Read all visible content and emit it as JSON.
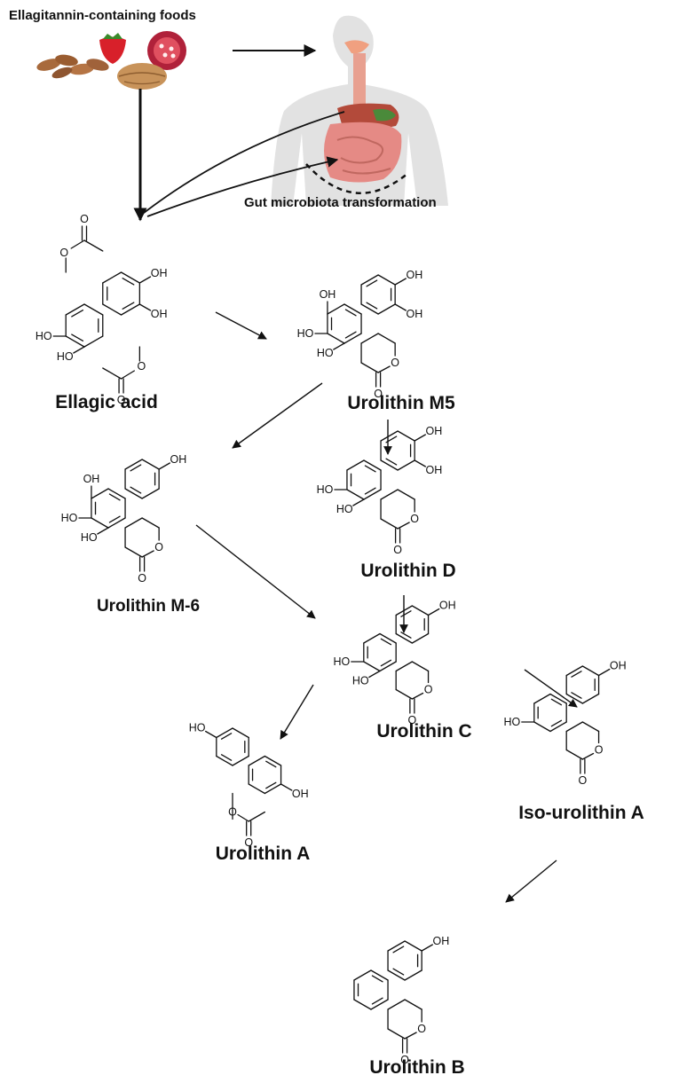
{
  "header": {
    "foods_label": "Ellagitannin-containing foods",
    "gut_label": "Gut microbiota transformation"
  },
  "atoms": {
    "hydroxyl": "OH",
    "ho": "HO",
    "oxygen": "O"
  },
  "compounds": [
    {
      "id": "ellagic-acid",
      "name": "Ellagic acid"
    },
    {
      "id": "urolithin-m5",
      "name": "Urolithin M5"
    },
    {
      "id": "urolithin-m6",
      "name": "Urolithin M-6"
    },
    {
      "id": "urolithin-d",
      "name": "Urolithin D"
    },
    {
      "id": "urolithin-c",
      "name": "Urolithin C"
    },
    {
      "id": "urolithin-a",
      "name": "Urolithin A"
    },
    {
      "id": "iso-urolithin-a",
      "name": "Iso-urolithin A"
    },
    {
      "id": "urolithin-b",
      "name": "Urolithin B"
    }
  ],
  "colors": {
    "almond": "#a86a3c",
    "strawberry": "#d8202a",
    "pomegranate": "#b0213a",
    "walnut": "#c8935a",
    "body": "#e2e2e2",
    "esophagus": "#e8a090",
    "stomach": "#b34a3a",
    "intestine": "#e58a85"
  },
  "icons": [
    "almond-icon",
    "strawberry-icon",
    "pomegranate-icon",
    "walnut-icon",
    "human-body-icon"
  ]
}
